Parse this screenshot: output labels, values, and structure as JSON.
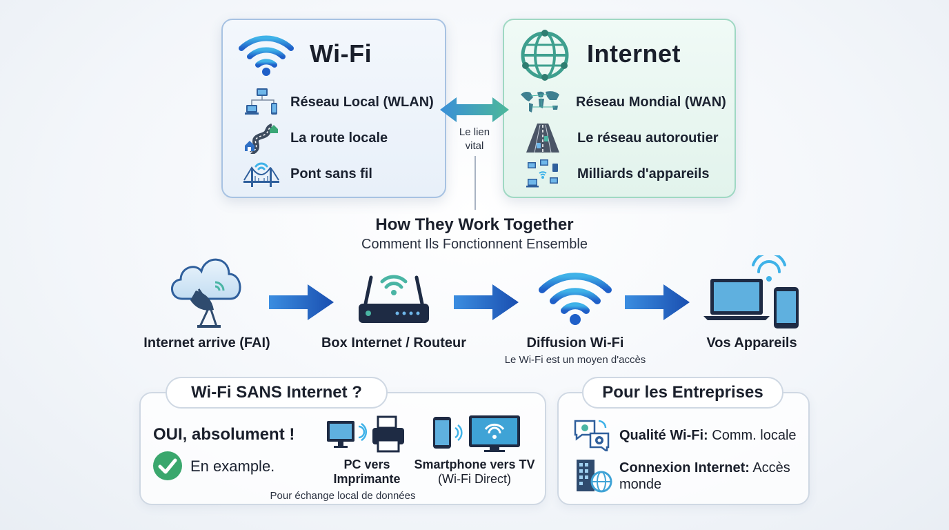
{
  "wifi_card": {
    "title": "Wi-Fi",
    "items": [
      {
        "label": "Réseau Local (WLAN)",
        "icon": "network-devices-icon"
      },
      {
        "label": "La route locale",
        "icon": "local-road-icon"
      },
      {
        "label": "Pont sans fil",
        "icon": "bridge-icon"
      }
    ]
  },
  "internet_card": {
    "title": "Internet",
    "items": [
      {
        "label": "Réseau Mondial (WAN)",
        "icon": "world-map-icon"
      },
      {
        "label": "Le réseau autoroutier",
        "icon": "highway-icon"
      },
      {
        "label": "Milliards d'appareils",
        "icon": "many-devices-icon"
      }
    ]
  },
  "link": {
    "line1": "Le lien",
    "line2": "vital"
  },
  "section": {
    "title": "How They Work Together",
    "subtitle": "Comment Ils Fonctionnent Ensemble"
  },
  "flow": {
    "steps": [
      {
        "label": "Internet arrive (FAI)",
        "icon": "cloud-satellite-icon"
      },
      {
        "label": "Box Internet / Routeur",
        "icon": "router-icon"
      },
      {
        "label": "Diffusion Wi-Fi",
        "icon": "wifi-broadcast-icon",
        "note": "Le Wi-Fi est un moyen d'accès"
      },
      {
        "label": "Vos Appareils",
        "icon": "laptop-phone-icon"
      }
    ]
  },
  "no_internet": {
    "pill": "Wi-Fi SANS Internet ?",
    "answer": "OUI, absolument !",
    "example": "En example.",
    "pc_printer": {
      "line1": "PC vers",
      "line2": "Imprimante"
    },
    "phone_tv": {
      "line1": "Smartphone vers TV",
      "line2": "(Wi-Fi Direct)"
    },
    "note": "Pour échange local de données"
  },
  "business": {
    "pill": "Pour les Entreprises",
    "items": [
      {
        "strong": "Qualité Wi-Fi:",
        "text": " Comm. locale",
        "icon": "communication-gears-icon"
      },
      {
        "strong": "Connexion Internet:",
        "text": " Accès",
        "text2": "monde",
        "icon": "building-globe-icon"
      }
    ]
  },
  "colors": {
    "wifi_blue": "#2f7fd6",
    "internet_teal": "#3e9f8e",
    "arrow_blue": "#1f62c2",
    "check_green": "#3aa76d"
  }
}
